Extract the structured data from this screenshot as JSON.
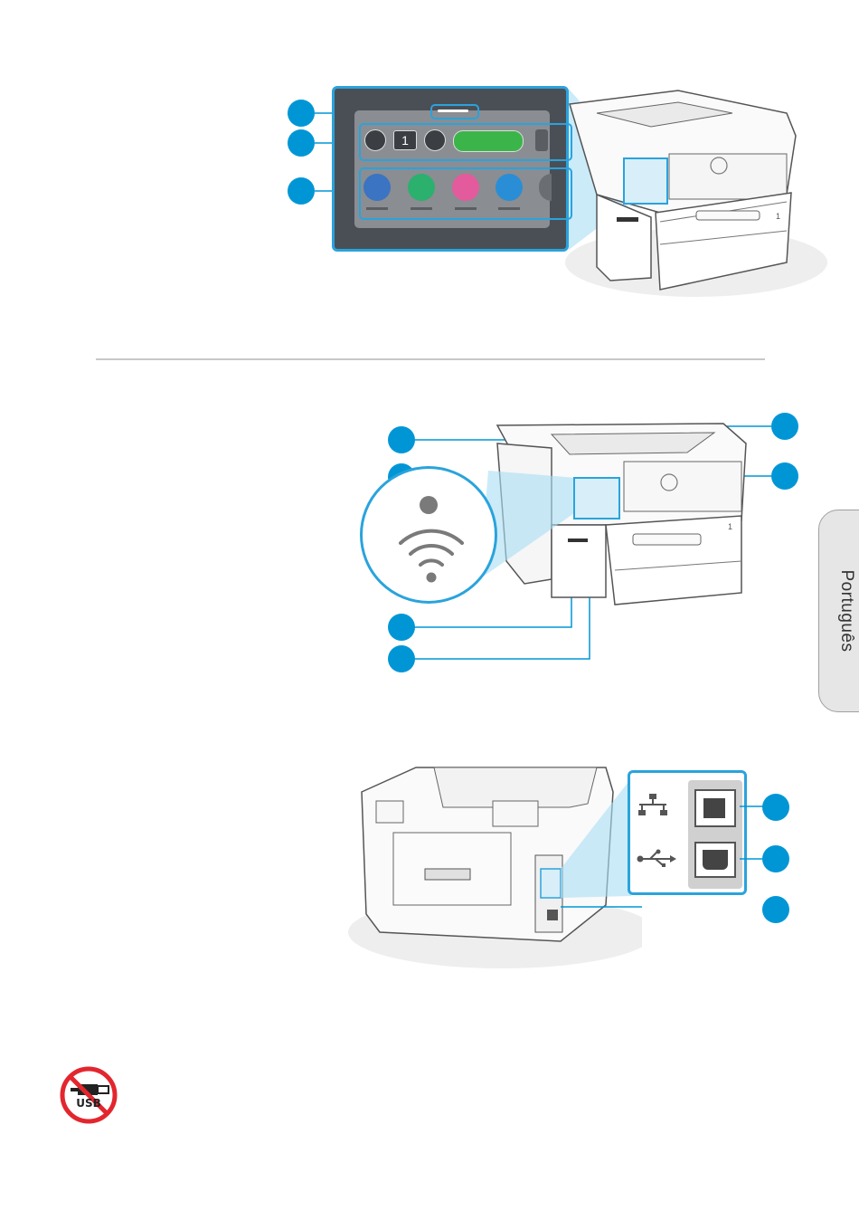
{
  "language_tab": {
    "label": "Português"
  },
  "control_panel": {
    "copies_value": "1"
  },
  "rear_ports": {
    "ethernet_icon": "ethernet-icon",
    "usb_icon": "usb-icon"
  },
  "no_usb_sign": {
    "text": "USB"
  },
  "printer_front": {
    "paper_tray_number": "1"
  },
  "colors": {
    "accent": "#0096d6",
    "start_green": "#3bb54a",
    "no_usb_red": "#e3262e",
    "tab_gray": "#e6e6e6"
  }
}
